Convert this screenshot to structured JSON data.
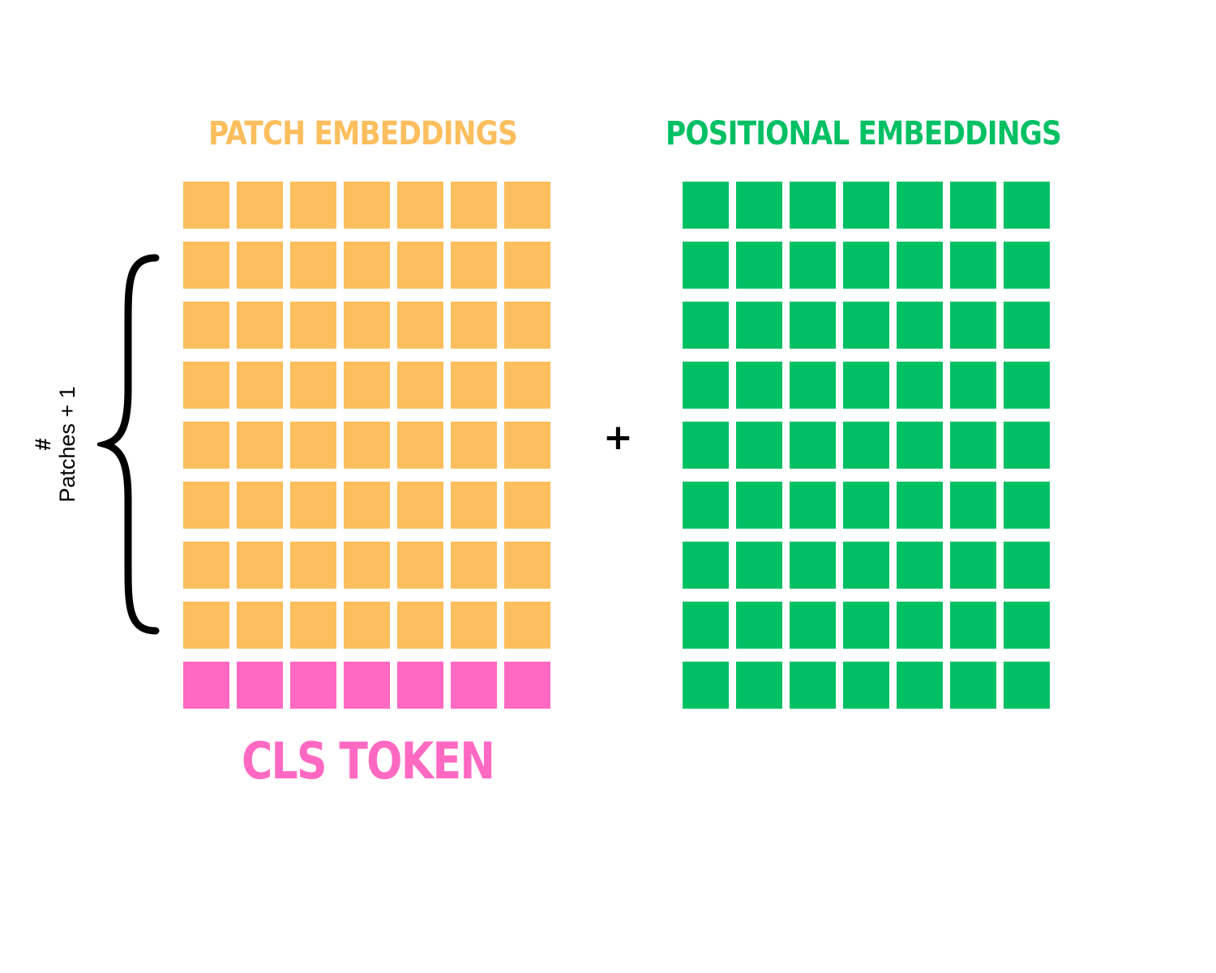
{
  "patch_embeddings": {
    "title": "PATCH EMBEDDINGS",
    "color": "#FDBE5D",
    "rows": 8,
    "columns": 7
  },
  "cls_token": {
    "title": "CLS TOKEN",
    "color": "#FF69C2",
    "rows": 1,
    "columns": 7
  },
  "positional_embeddings": {
    "title": "POSITIONAL EMBEDDINGS",
    "color": "#00C064",
    "rows": 9,
    "columns": 7
  },
  "operator": "+",
  "side_label": {
    "line1": "#",
    "line2": "Patches + 1"
  },
  "brace_icon": "curly-brace-icon"
}
